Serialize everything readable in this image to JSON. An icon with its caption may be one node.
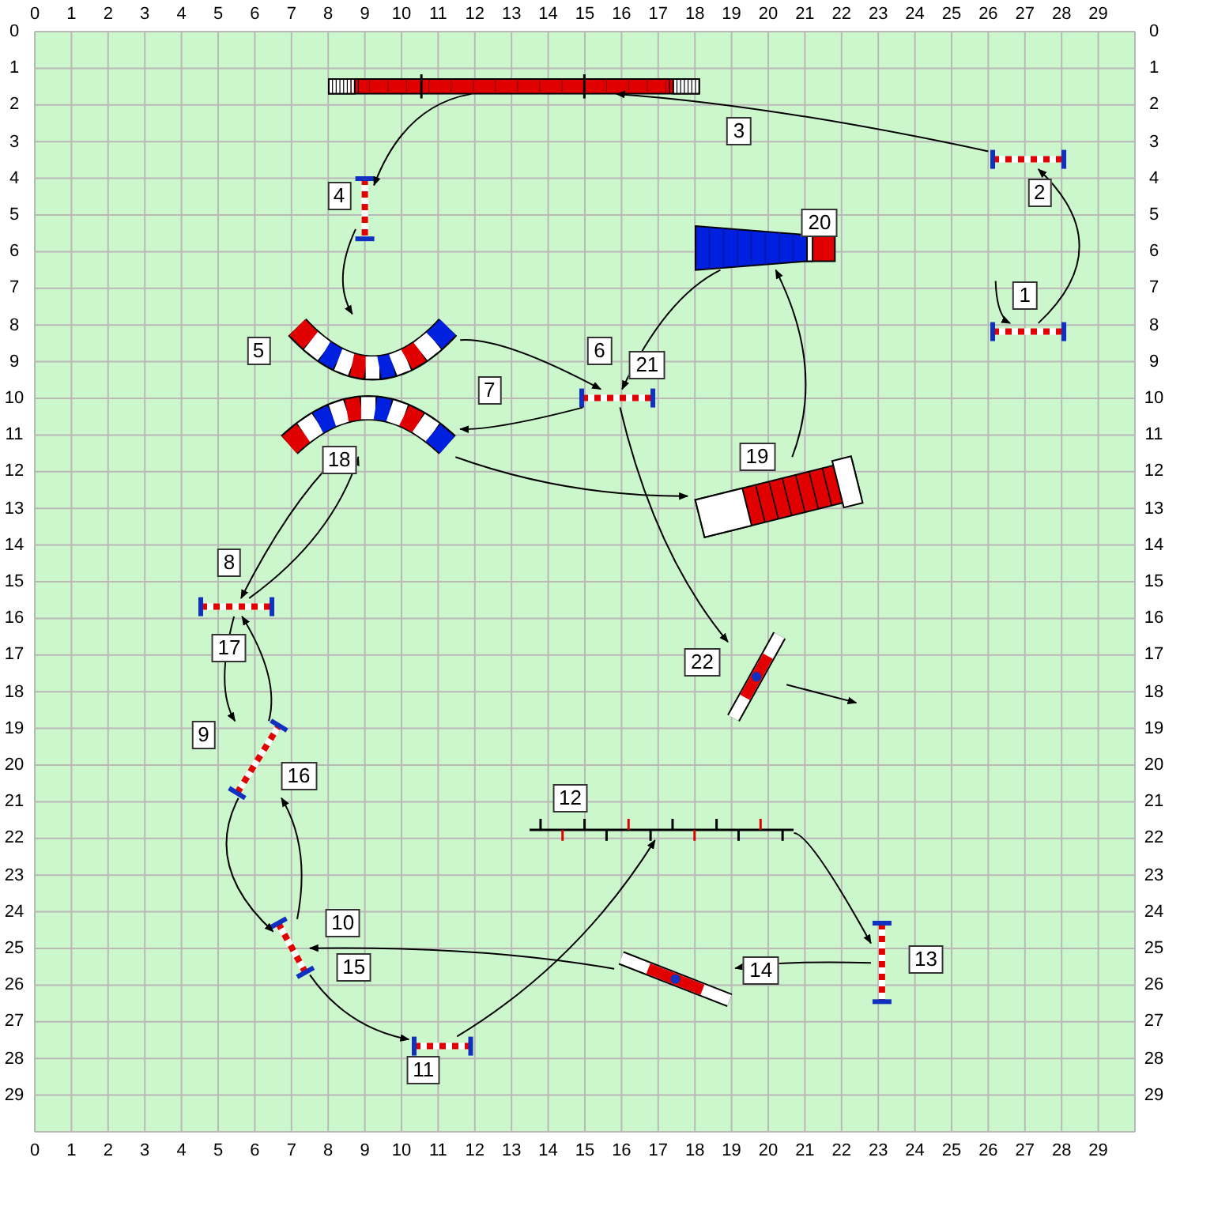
{
  "diagram": {
    "nodes": [
      {
        "text": [],
        "shape": "picture",
        "beside": [
          "3"
        ]
      },
      {
        "text": [],
        "shape": "picture",
        "beside": [
          "2"
        ]
      },
      {
        "text": [],
        "shape": "picture",
        "beside": [
          "4"
        ]
      },
      {
        "text": [],
        "shape": "picture",
        "beside": [
          "20"
        ]
      },
      {
        "text": [],
        "shape": "picture",
        "beside": [
          "1"
        ]
      },
      {
        "text": [],
        "shape": "picture",
        "beside": [
          "5"
        ]
      },
      {
        "text": [],
        "shape": "picture",
        "beside": [
          "6",
          "21"
        ]
      },
      {
        "text": [],
        "shape": "picture",
        "beside": [
          "7",
          "18"
        ]
      },
      {
        "text": [],
        "shape": "picture",
        "beside": [
          "19"
        ]
      },
      {
        "text": [],
        "shape": "picture",
        "beside": [
          "8",
          "17"
        ]
      },
      {
        "text": [],
        "shape": "picture",
        "beside": [
          "22"
        ]
      },
      {
        "text": [],
        "shape": "picture",
        "beside": [
          "9",
          "16"
        ]
      },
      {
        "text": [],
        "shape": "picture",
        "beside": [
          "12"
        ]
      },
      {
        "text": [],
        "shape": "picture",
        "beside": [
          "10",
          "15"
        ]
      },
      {
        "text": [],
        "shape": "picture",
        "beside": [
          "13"
        ]
      },
      {
        "text": [],
        "shape": "picture",
        "beside": [
          "14"
        ]
      },
      {
        "text": [],
        "shape": "picture",
        "beside": [
          "11"
        ]
      }
    ],
    "edges": [
      {
        "from": null,
        "to": 4,
        "arrow": "to"
      },
      {
        "from": 4,
        "to": 1,
        "arrow": "to"
      },
      {
        "from": 1,
        "to": 0,
        "arrow": "to"
      },
      {
        "from": 0,
        "to": 2,
        "arrow": "to"
      },
      {
        "from": 2,
        "to": 5,
        "arrow": "to"
      },
      {
        "from": 5,
        "to": 6,
        "arrow": "to"
      },
      {
        "from": 6,
        "to": 7,
        "arrow": "to"
      },
      {
        "from": 7,
        "to": 9,
        "arrow": "to"
      },
      {
        "from": 9,
        "to": 11,
        "arrow": "to"
      },
      {
        "from": 11,
        "to": 13,
        "arrow": "to"
      },
      {
        "from": 13,
        "to": 16,
        "arrow": "to"
      },
      {
        "from": 16,
        "to": 12,
        "arrow": "to"
      },
      {
        "from": 12,
        "to": 14,
        "arrow": "to"
      },
      {
        "from": 14,
        "to": 15,
        "arrow": "to"
      },
      {
        "from": 15,
        "to": 13,
        "arrow": "to"
      },
      {
        "from": 13,
        "to": 11,
        "arrow": "to"
      },
      {
        "from": 11,
        "to": 9,
        "arrow": "to"
      },
      {
        "from": 9,
        "to": 7,
        "arrow": "to"
      },
      {
        "from": 7,
        "to": 8,
        "arrow": "to"
      },
      {
        "from": 8,
        "to": 3,
        "arrow": "to"
      },
      {
        "from": 3,
        "to": 6,
        "arrow": "to"
      },
      {
        "from": 6,
        "to": 10,
        "arrow": "to"
      },
      {
        "from": 10,
        "to": null,
        "arrow": "to"
      }
    ],
    "labels": [
      "0",
      "1",
      "2",
      "3",
      "4",
      "5",
      "6",
      "7",
      "8",
      "9",
      "10",
      "11",
      "12",
      "13",
      "14",
      "15",
      "16",
      "17",
      "18",
      "19",
      "20",
      "21",
      "22",
      "23",
      "24",
      "25",
      "26",
      "27",
      "28",
      "29",
      "0",
      "0",
      "1",
      "1",
      "2",
      "2",
      "3",
      "3",
      "4",
      "4",
      "5",
      "5",
      "6",
      "6",
      "7",
      "7",
      "8",
      "8",
      "9",
      "9",
      "10",
      "10",
      "11",
      "11",
      "12",
      "12",
      "13",
      "13",
      "14",
      "14",
      "15",
      "15",
      "16",
      "16",
      "17",
      "17",
      "18",
      "18",
      "19",
      "19",
      "20",
      "20",
      "21",
      "21",
      "22",
      "22",
      "23",
      "23",
      "24",
      "24",
      "25",
      "25",
      "26",
      "26",
      "27",
      "27",
      "28",
      "28",
      "29",
      "29",
      "0",
      "1",
      "2",
      "3",
      "4",
      "5",
      "6",
      "7",
      "8",
      "9",
      "10",
      "11",
      "12",
      "13",
      "14",
      "15",
      "16",
      "17",
      "18",
      "19",
      "20",
      "21",
      "22",
      "23",
      "24",
      "25",
      "26",
      "27",
      "28",
      "29"
    ]
  }
}
